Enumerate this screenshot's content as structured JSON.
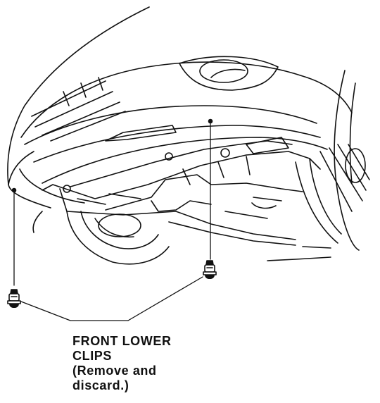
{
  "callout": {
    "lines": [
      "FRONT LOWER",
      "CLIPS",
      "(Remove and",
      "discard.)"
    ]
  },
  "colors": {
    "line": "#111111",
    "background": "#ffffff"
  },
  "parts": [
    {
      "name": "front lower clip",
      "icon": "push-clip-icon",
      "count": 2
    }
  ]
}
